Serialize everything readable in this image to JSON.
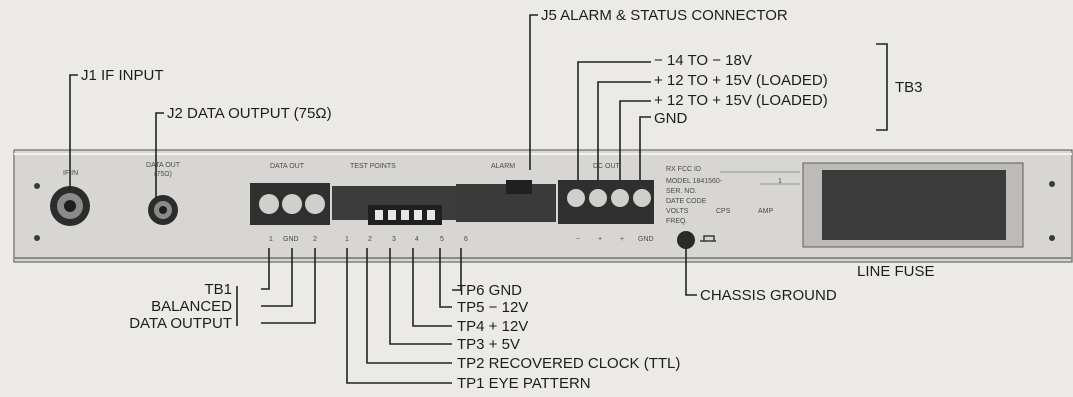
{
  "callouts": {
    "j5": "J5 ALARM & STATUS CONNECTOR",
    "j1": "J1 IF INPUT",
    "j2": "J2 DATA OUTPUT (75Ω)",
    "v14": "− 14 TO − 18V",
    "v12a": "+ 12 TO + 15V (LOADED)",
    "v12b": "+ 12 TO + 15V (LOADED)",
    "gnd": "GND",
    "tb3": "TB3",
    "line_fuse": "LINE FUSE",
    "chassis_ground": "CHASSIS GROUND",
    "tb1": "TB1",
    "balanced": "BALANCED",
    "data_output": "DATA OUTPUT",
    "tp6": "TP6 GND",
    "tp5": "TP5 − 12V",
    "tp4": "TP4 + 12V",
    "tp3": "TP3 + 5V",
    "tp2": "TP2 RECOVERED CLOCK (TTL)",
    "tp1": "TP1 EYE PATTERN"
  },
  "panel": {
    "if_in": "IF IN",
    "data_out_left": "DATA OUT",
    "data_out_75": "(75Ω)",
    "data_out_tb": "DATA OUT",
    "test_points": "TEST POINTS",
    "alarm": "ALARM",
    "dc_out": "DC OUT",
    "tb1_nums": [
      "1",
      "GND",
      "2"
    ],
    "tp_nums": [
      "1",
      "2",
      "3",
      "4",
      "5",
      "6"
    ],
    "dc_marks": [
      "−",
      "+",
      "+",
      "GND"
    ],
    "plate": {
      "rx_fcc": "RX FCC ID",
      "model": "MODEL  1841560-",
      "model_suffix": "1",
      "ser": "SER. NO.",
      "date": "DATE CODE",
      "volts": "VOLTS",
      "cps": "CPS",
      "amp": "AMP",
      "freq": "FREQ."
    }
  }
}
